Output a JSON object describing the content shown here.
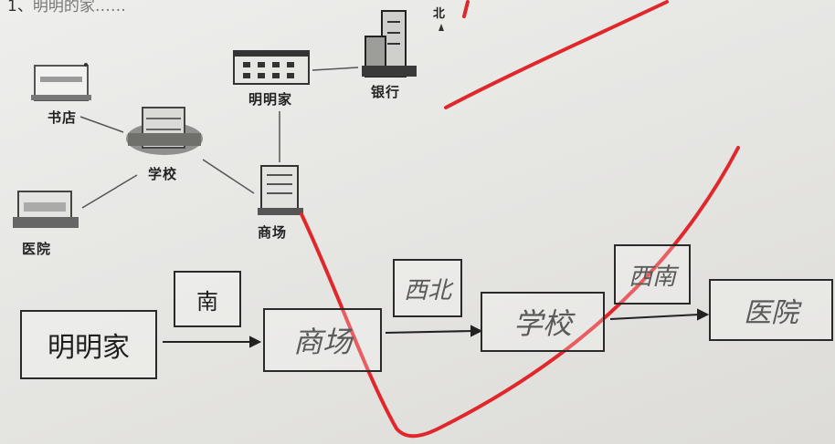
{
  "question": {
    "number_text": "1、",
    "text": "明明的家……"
  },
  "map": {
    "north": "北",
    "places": {
      "bookstore": "书店",
      "school": "学校",
      "hospital": "医院",
      "home": "明明家",
      "bank": "银行",
      "mall": "商场"
    }
  },
  "route": {
    "start": "明明家",
    "steps": [
      {
        "direction": "南",
        "handwritten": false,
        "place": "商场"
      },
      {
        "direction": "西北",
        "handwritten": true,
        "place": "学校"
      },
      {
        "direction": "西南",
        "handwritten": true,
        "place": "医院"
      }
    ]
  },
  "colors": {
    "ink": "#222222",
    "pencil": "#5a5a5a",
    "red_mark": "#e0282c",
    "paper": "#e9e9e6"
  }
}
